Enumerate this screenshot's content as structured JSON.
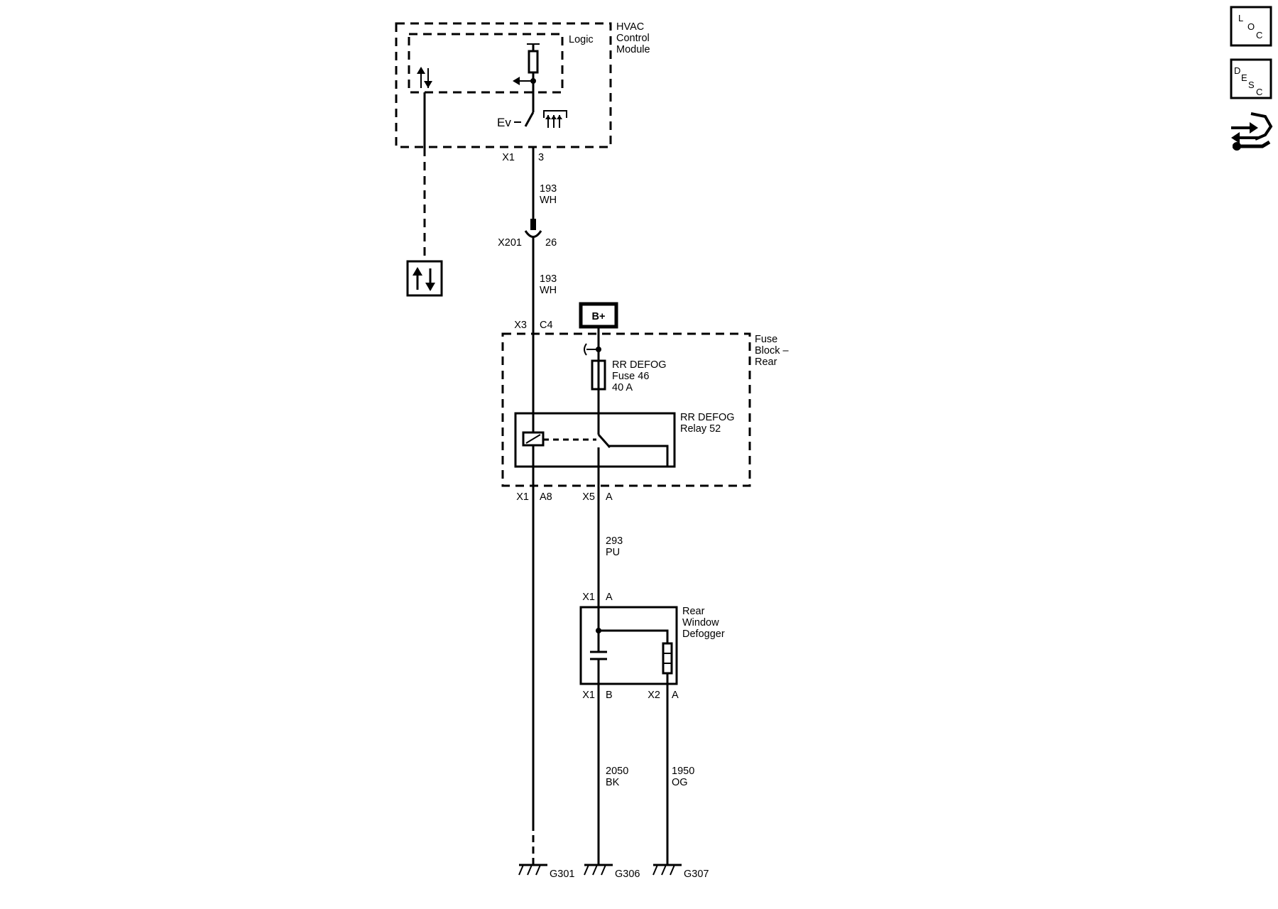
{
  "modules": {
    "hvac": {
      "line1": "HVAC",
      "line2": "Control",
      "line3": "Module",
      "logic_label": "Logic",
      "ev_label": "Ev"
    },
    "fuse_block": {
      "line1": "Fuse",
      "line2": "Block –",
      "line3": "Rear"
    },
    "fuse": {
      "line1": "RR DEFOG",
      "line2": "Fuse 46",
      "line3": "40 A"
    },
    "relay": {
      "line1": "RR DEFOG",
      "line2": "Relay 52"
    },
    "defogger": {
      "line1": "Rear",
      "line2": "Window",
      "line3": "Defogger"
    },
    "battery": {
      "label": "B+"
    }
  },
  "connectors": {
    "hvac_x1": {
      "conn": "X1",
      "pin": "3"
    },
    "x201": {
      "conn": "X201",
      "pin": "26"
    },
    "fb_x3": {
      "conn": "X3",
      "pin": "C4"
    },
    "fb_x1": {
      "conn": "X1",
      "pin": "A8"
    },
    "fb_x5": {
      "conn": "X5",
      "pin": "A"
    },
    "def_x1_top": {
      "conn": "X1",
      "pin": "A"
    },
    "def_x1_bot": {
      "conn": "X1",
      "pin": "B"
    },
    "def_x2": {
      "conn": "X2",
      "pin": "A"
    }
  },
  "wires": {
    "w193a": {
      "circuit": "193",
      "color": "WH"
    },
    "w193b": {
      "circuit": "193",
      "color": "WH"
    },
    "w293": {
      "circuit": "293",
      "color": "PU"
    },
    "w2050": {
      "circuit": "2050",
      "color": "BK"
    },
    "w1950": {
      "circuit": "1950",
      "color": "OG"
    }
  },
  "grounds": {
    "g1": "G301",
    "g2": "G306",
    "g3": "G307"
  },
  "nav": {
    "loc": {
      "l1": "L",
      "l2": "O",
      "l3": "C"
    },
    "desc": {
      "l1": "D",
      "l2": "E",
      "l3": "S",
      "l4": "C"
    }
  }
}
